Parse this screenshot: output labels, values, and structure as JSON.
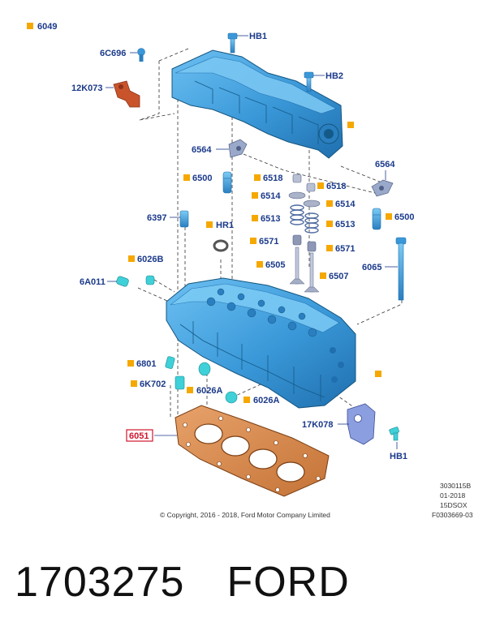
{
  "legend": {
    "code": "6049"
  },
  "labels": {
    "hb1_top": "HB1",
    "hb2": "HB2",
    "c6c696": "6C696",
    "c12k073": "12K073",
    "c6564_left": "6564",
    "c6564_right": "6564",
    "c6500_left": "6500",
    "c6500_right": "6500",
    "c6518_left": "6518",
    "c6518_right": "6518",
    "c6514_left": "6514",
    "c6514_right": "6514",
    "c6513_left": "6513",
    "c6513_right": "6513",
    "c6571_left": "6571",
    "c6571_right": "6571",
    "c6505": "6505",
    "c6507": "6507",
    "c6397": "6397",
    "hr1": "HR1",
    "c6026b": "6026B",
    "c6a011": "6A011",
    "c6065": "6065",
    "c6801": "6801",
    "c6k702": "6K702",
    "c6026a_left": "6026A",
    "c6026a_right": "6026A",
    "c17k078": "17K078",
    "hb1_bottom": "HB1",
    "c6051": "6051"
  },
  "meta": {
    "line1": "3030115B",
    "line2": "01-2018",
    "line3": "15DSOX",
    "line4": "F0303669-03",
    "copyright": "© Copyright, 2016 - 2018,  Ford Motor Company Limited"
  },
  "footer": {
    "part_number": "1703275",
    "brand": "FORD"
  },
  "colors": {
    "part_blue": "#3a98d8",
    "part_blue_dark": "#1f6fae",
    "gasket_orange": "#d8894a",
    "bracket_red": "#c9542c",
    "label_blue": "#1b3a8a",
    "marker_yellow": "#f5a800",
    "highlight_red": "#d0142c"
  }
}
